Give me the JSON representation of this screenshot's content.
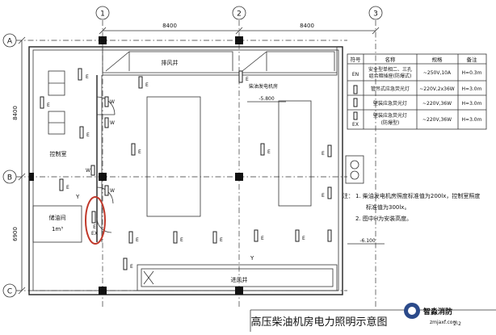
{
  "axes": {
    "top": [
      "1",
      "2",
      "3"
    ],
    "left": [
      "A",
      "B",
      "C"
    ]
  },
  "dimensions": {
    "top": [
      "8400",
      "8400"
    ],
    "left": [
      "8400",
      "6900"
    ]
  },
  "rooms": {
    "exhaust_well": "排风井",
    "intake_well": "进风井",
    "control_room": "控制室",
    "oil_room": "储油间",
    "oil_volume": "1m³",
    "generator_room": "柴油发电机房"
  },
  "elevations": {
    "room": "-5.800",
    "lower": "-6.100"
  },
  "legend": {
    "headers": [
      "符号",
      "名称",
      "规格",
      "备注"
    ],
    "rows": [
      {
        "symbol": "EN",
        "name": [
          "安全型单相二、三孔",
          "组合暗插座(防爆式)"
        ],
        "spec": "~250V,10A",
        "note": "H=0.3m"
      },
      {
        "symbol": "",
        "name": [
          "管吊式应急荧光灯"
        ],
        "spec": "~220V,2x36W",
        "note": "H=3.0m"
      },
      {
        "symbol": "",
        "name": [
          "壁装应急荧光灯"
        ],
        "spec": "~220V,36W",
        "note": "H=3.0m"
      },
      {
        "symbol": "EX",
        "name": [
          "壁装应急荧光灯",
          "(防爆型)"
        ],
        "spec": "~220V,36W",
        "note": "H=3.0m"
      }
    ]
  },
  "notes": {
    "title": "注：",
    "items": [
      "1. 柴油发电机房照度标准值为200lx，控制室照度",
      "标准值为300lx。",
      "2. 图中H为安装高度。"
    ]
  },
  "symbols": {
    "e": "E",
    "w": "W",
    "ex": "EX",
    "y": "Y"
  },
  "title": "高压柴油机房电力照明示意图",
  "page_code": "2-2",
  "watermark": {
    "brand": "智淼消防",
    "url": "zmjaxf.com"
  },
  "colors": {
    "line": "#222222",
    "highlight": "#c0392b",
    "watermark": "#2b4a8a"
  }
}
